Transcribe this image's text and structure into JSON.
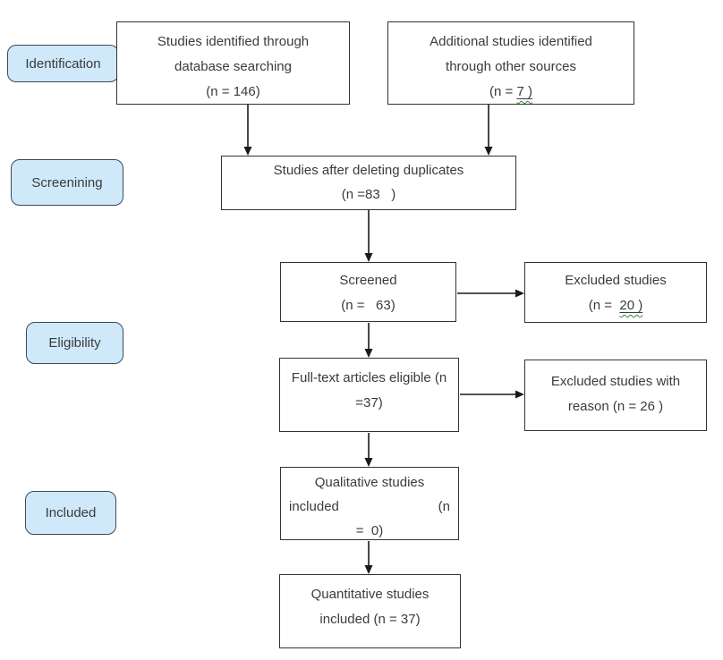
{
  "colors": {
    "label-fill": "#cfe9fb",
    "label-border": "#3a4a58",
    "box-border": "#333333",
    "text": "#3b3b3b",
    "arrow": "#1a1a1a",
    "squiggle": "#2e8b2e"
  },
  "stages": {
    "identification": "Identification",
    "screening": "Screenining",
    "eligibility": "Eligibility",
    "included": "Included"
  },
  "boxes": {
    "database": {
      "line1": "Studies identified through",
      "line2": "database searching",
      "line3": "(n = 146)"
    },
    "other_sources": {
      "line1": "Additional studies identified",
      "line2": "through other sources",
      "line3_prefix": "(n = ",
      "line3_underlined": "7 )"
    },
    "duplicates": {
      "line1": "Studies after deleting duplicates",
      "line2": "(n =83   )"
    },
    "screened": {
      "line1": "Screened",
      "line2": "(n =   63)"
    },
    "excluded": {
      "line1": "Excluded studies",
      "line2_prefix": "(n =  ",
      "line2_underlined": "20 )"
    },
    "fulltext": {
      "line1": "Full-text articles eligible (n",
      "line2": "=37)"
    },
    "excluded_reason": {
      "line1": "Excluded studies with",
      "line2": "reason (n = 26 )"
    },
    "qualitative": {
      "line1": "Qualitative studies",
      "line2_left": "included",
      "line2_right": "(n",
      "line3": "=  0)"
    },
    "quantitative": {
      "line1": "Quantitative studies",
      "line2": "included (n = 37)"
    }
  }
}
